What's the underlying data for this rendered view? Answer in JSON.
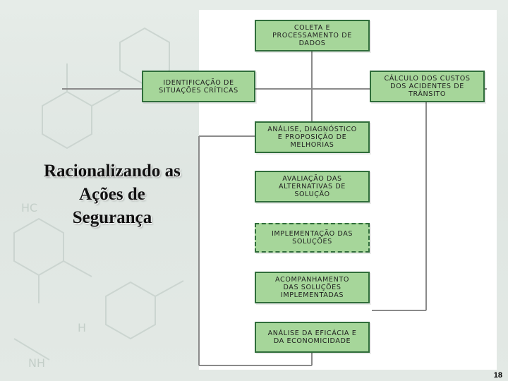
{
  "slide": {
    "title": "Racionalizando as\nAções de\nSegurança",
    "page_number": "18"
  },
  "diagram": {
    "nodes": [
      {
        "id": "coleta",
        "label": "COLETA E\nPROCESSAMENTO DE\nDADOS"
      },
      {
        "id": "identificacao",
        "label": "IDENTIFICAÇÃO DE\nSITUAÇÕES CRÍTICAS"
      },
      {
        "id": "calculo",
        "label": "CÁLCULO DOS CUSTOS\nDOS ACIDENTES DE\nTRÂNSITO"
      },
      {
        "id": "analise",
        "label": "ANÁLISE, DIAGNÓSTICO\nE PROPOSIÇÃO DE\nMELHORIAS"
      },
      {
        "id": "avaliacao",
        "label": "AVALIAÇÃO DAS\nALTERNATIVAS DE\nSOLUÇÃO"
      },
      {
        "id": "implementacao",
        "label": "IMPLEMENTAÇÃO DAS\nSOLUÇÕES"
      },
      {
        "id": "acompanhamento",
        "label": "ACOMPANHAMENTO\nDAS SOLUÇÕES\nIMPLEMENTADAS"
      },
      {
        "id": "analise_eficacia",
        "label": "ANÁLISE DA EFICÁCIA E\nDA ECONOMICIDADE"
      }
    ]
  },
  "colors": {
    "box_fill": "#a6d69a",
    "box_border": "#2f6d3a",
    "connector": "#8a8a8a"
  }
}
